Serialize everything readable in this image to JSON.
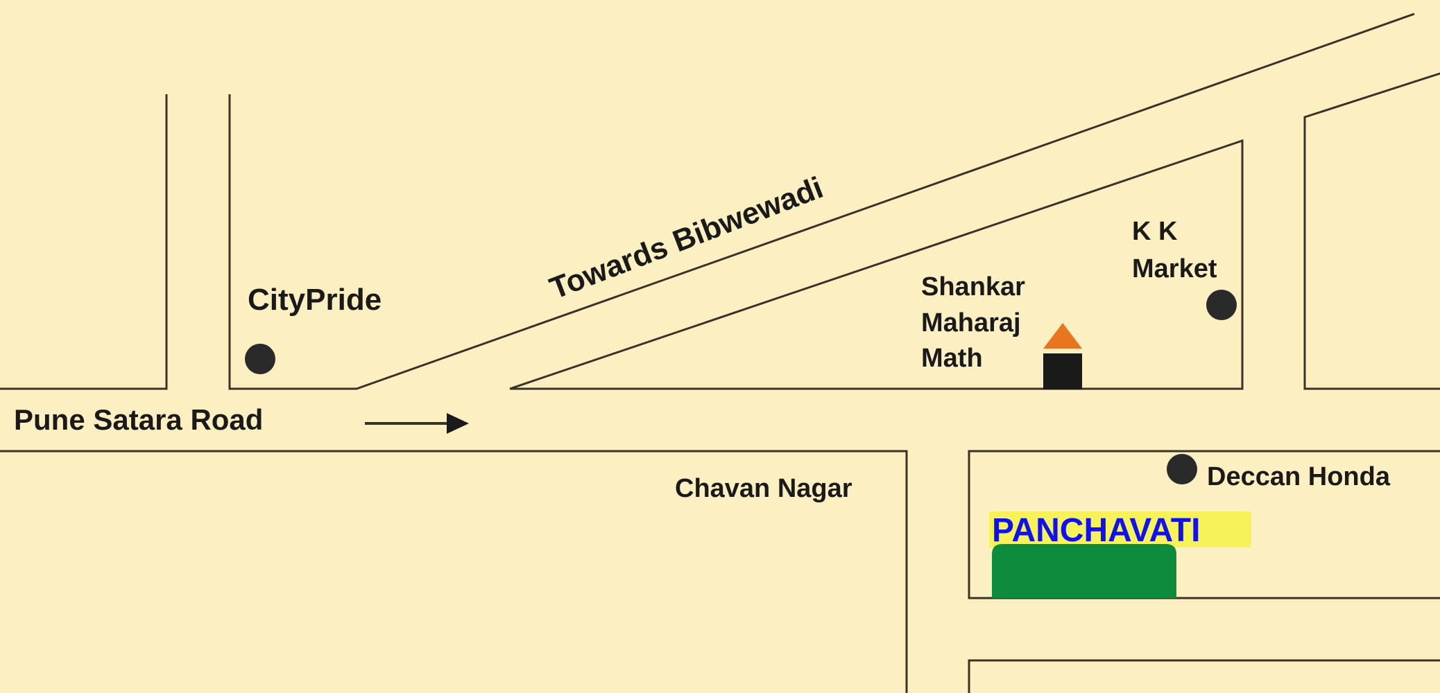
{
  "colors": {
    "background": "#fcf0c2",
    "road_line": "#3b3226",
    "temple_roof": "#e8761e",
    "temple_body": "#1a1a1a",
    "destination_text": "#1010f0",
    "destination_highlight": "#f6f25a",
    "destination_block": "#0c8c3c"
  },
  "labels": {
    "pune_satara_road": "Pune Satara Road",
    "towards_bibwewadi": "Towards Bibwewadi",
    "citypride": "CityPride",
    "chavan_nagar": "Chavan Nagar",
    "shankar_maharaj_math": [
      "Shankar",
      "Maharaj",
      "Math"
    ],
    "kk_market": [
      "K K",
      "Market"
    ],
    "deccan_honda": "Deccan Honda",
    "panchavati": "PANCHAVATI"
  }
}
